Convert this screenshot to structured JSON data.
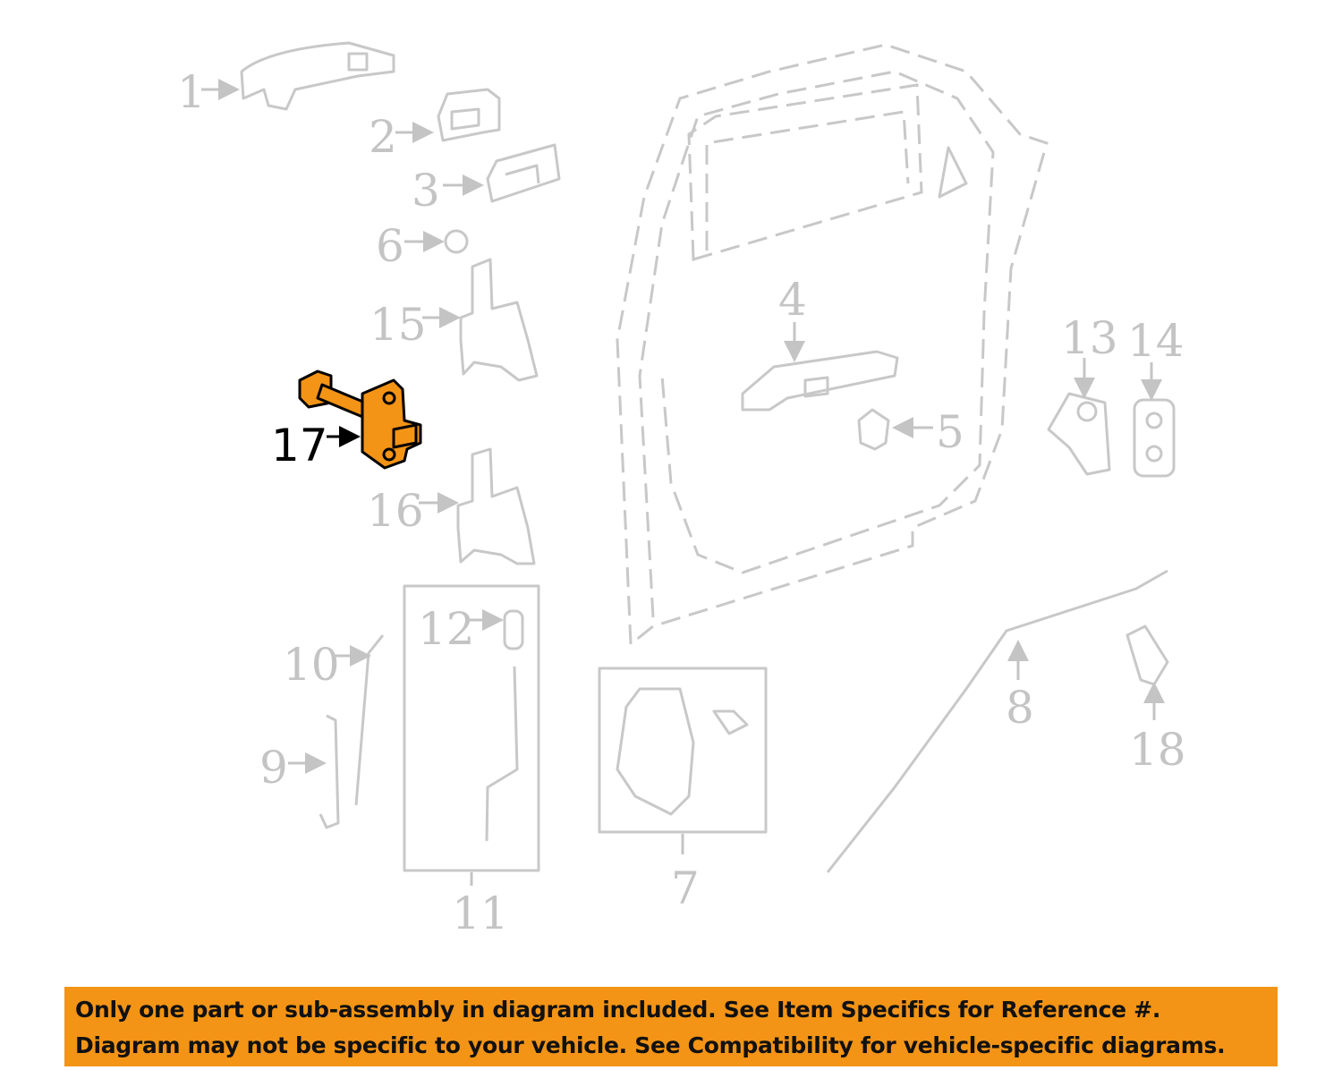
{
  "diagram": {
    "highlighted_part": "17",
    "highlight_color": "#f39416",
    "callouts": [
      "1",
      "2",
      "3",
      "6",
      "15",
      "4",
      "5",
      "13",
      "14",
      "17",
      "16",
      "12",
      "10",
      "9",
      "11",
      "7",
      "8",
      "18"
    ]
  },
  "banner": {
    "line1": "Only one part or sub-assembly in diagram included. See Item Specifics for Reference #.",
    "line2": "Diagram may not be specific to your vehicle. See Compatibility for vehicle-specific diagrams."
  }
}
